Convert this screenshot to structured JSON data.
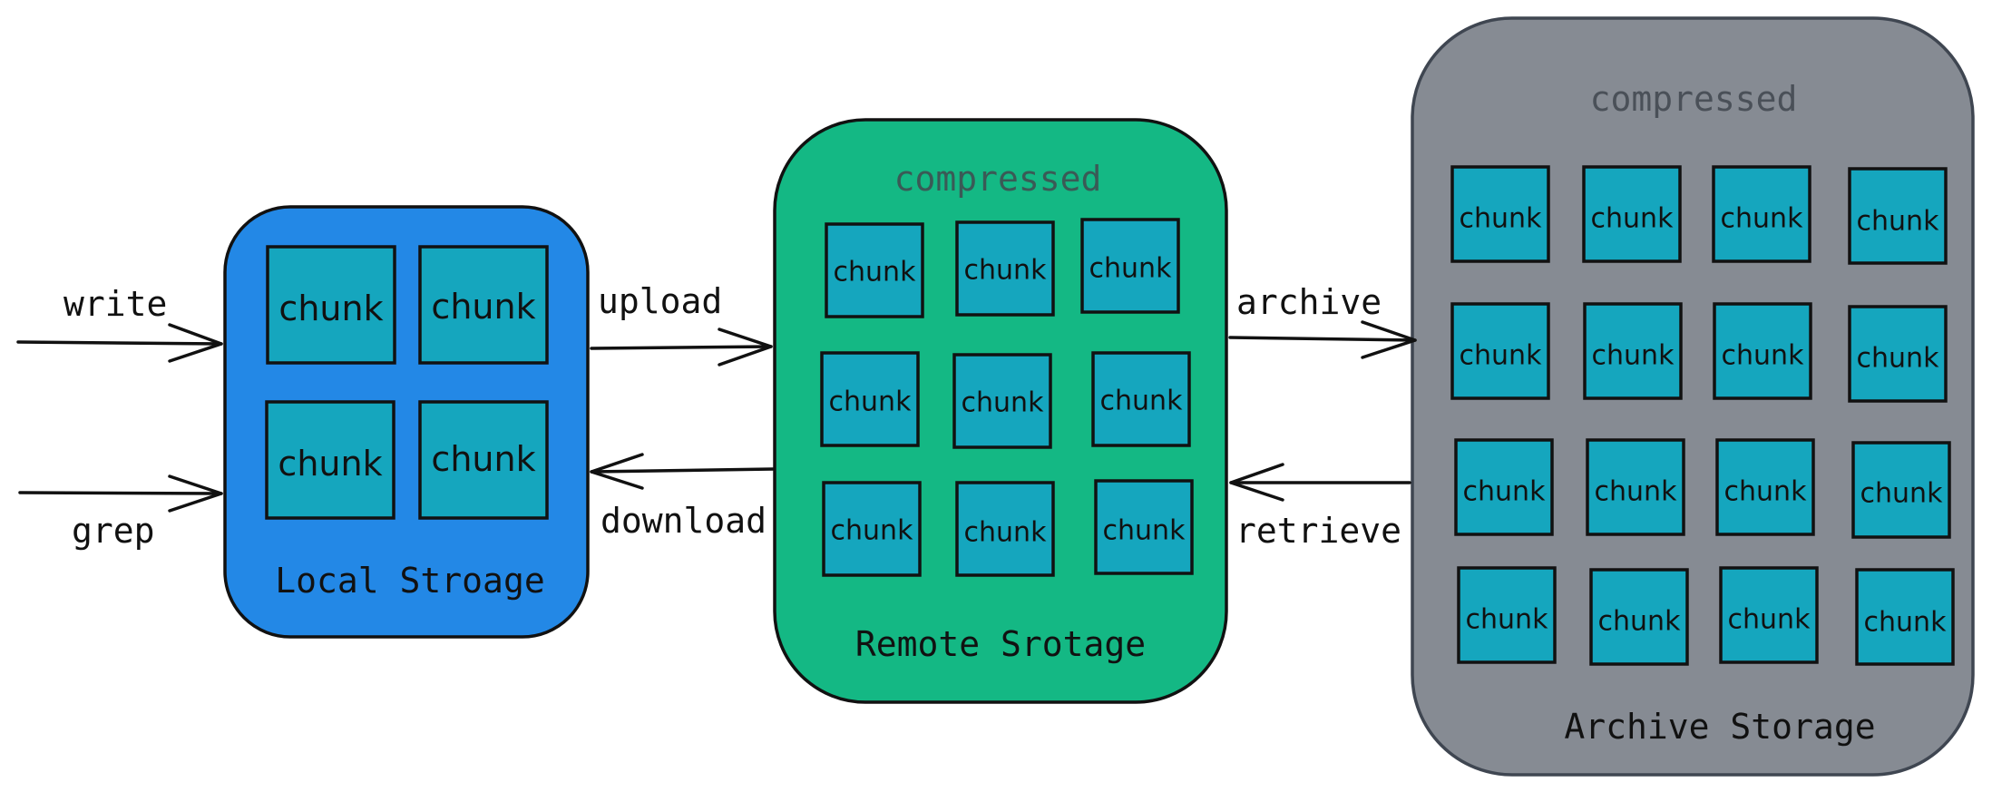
{
  "colors": {
    "local_fill": "#2388E6",
    "remote_fill": "#14B884",
    "archive_fill": "#868B93",
    "chunk_fill": "#15A6BE",
    "outline": "#111111",
    "archive_outline": "#3F4651",
    "compressed_remote": "#3A5A56",
    "compressed_archive": "#4A5058"
  },
  "nodes": {
    "local": {
      "title": "Local Stroage",
      "chunk_label": "chunk",
      "chunk_count": 4
    },
    "remote": {
      "title": "Remote Srotage",
      "compressed_label": "compressed",
      "chunk_label": "chunk",
      "chunk_count": 9
    },
    "archive": {
      "title": "Archive Storage",
      "compressed_label": "compressed",
      "chunk_label": "chunk",
      "chunk_count": 16
    }
  },
  "edges": {
    "write": "write",
    "grep": "grep",
    "upload": "upload",
    "download": "download",
    "archive": "archive",
    "retrieve": "retrieve"
  }
}
